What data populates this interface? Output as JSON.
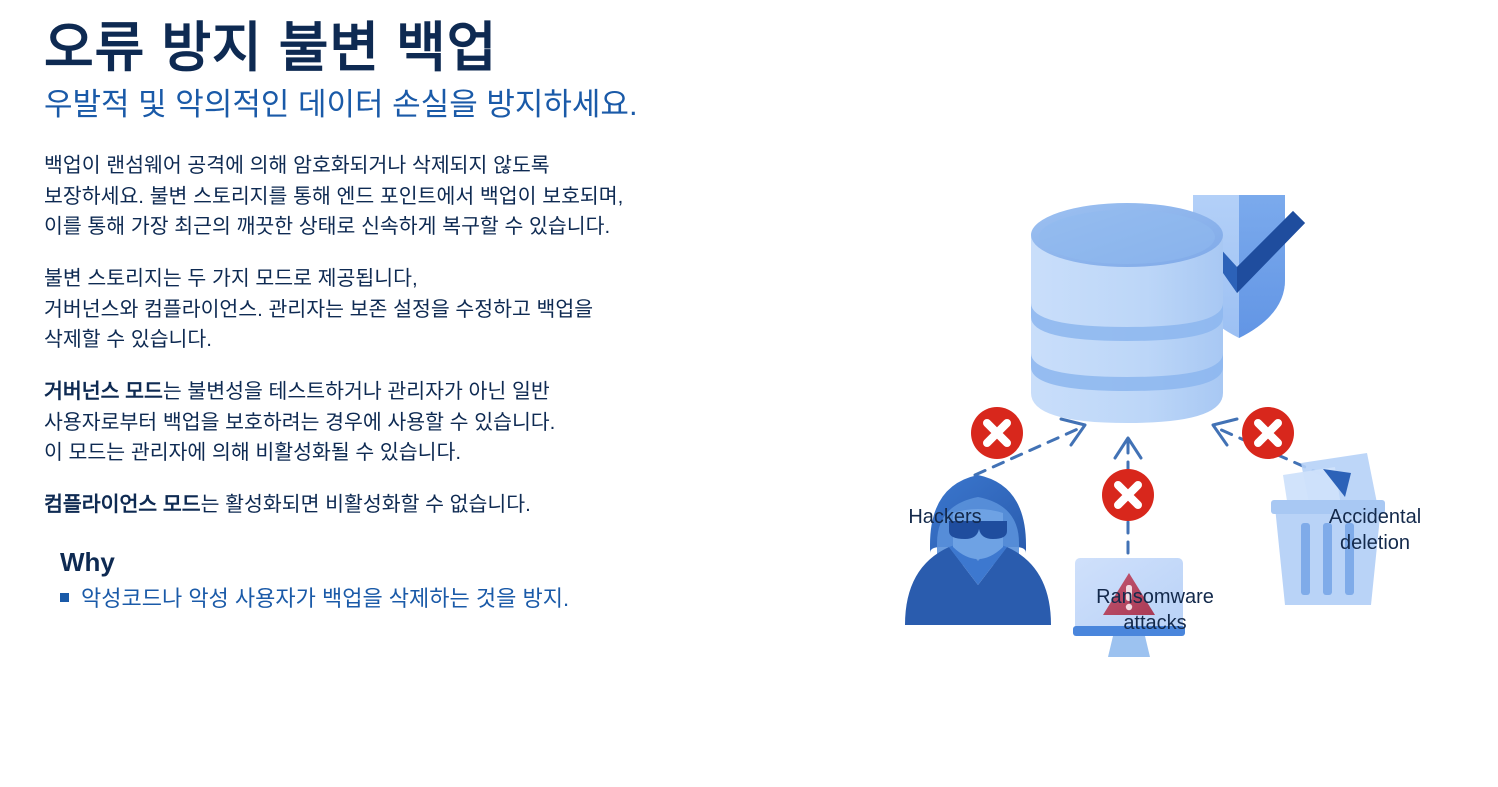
{
  "slide": {
    "title": "오류 방지 불변 백업",
    "subtitle": "우발적 및 악의적인 데이터 손실을 방지하세요.",
    "paragraphs": [
      "백업이 랜섬웨어 공격에 의해 암호화되거나 삭제되지 않도록\n보장하세요. 불변 스토리지를 통해 엔드 포인트에서 백업이 보호되며,\n이를 통해 가장 최근의 깨끗한 상태로 신속하게 복구할 수 있습니다.",
      "불변 스토리지는 두 가지 모드로 제공됩니다,\n거버넌스와 컴플라이언스. 관리자는 보존 설정을 수정하고 백업을\n삭제할 수 있습니다."
    ],
    "governance": {
      "bold": "거버넌스 모드",
      "rest": "는 불변성을 테스트하거나 관리자가 아닌 일반\n사용자로부터 백업을 보호하려는 경우에 사용할 수 있습니다.\n이 모드는 관리자에 의해 비활성화될 수 있습니다."
    },
    "compliance": {
      "bold": "컴플라이언스 모드",
      "rest": "는 활성화되면 비활성화할 수 없습니다."
    },
    "why": {
      "heading": "Why",
      "bullets": [
        "악성코드나 악성 사용자가 백업을 삭제하는 것을 방지."
      ]
    }
  },
  "diagram": {
    "labels": {
      "hackers": "Hackers",
      "ransomware": "Ransomware\nattacks",
      "deletion": "Accidental\ndeletion"
    },
    "icons": {
      "database": "database-cylinder-icon",
      "shield": "shield-check-icon",
      "hacker": "hooded-hacker-icon",
      "monitor": "monitor-warning-icon",
      "trash": "trash-bin-icon",
      "blocked": "red-x-blocked-icon"
    },
    "colors": {
      "navy": "#0e2a52",
      "blue": "#1a5aa8",
      "accent_red": "#d8271c",
      "db_light": "#c2d9f7",
      "db_mid": "#9fc2f0",
      "db_dark": "#6fa3e6",
      "shield_light": "#a9c9f5",
      "shield_dark": "#2c62b8",
      "hacker_dark": "#2b5fb0",
      "hacker_mid": "#3d78cf",
      "warn_red": "#b5415c"
    }
  }
}
